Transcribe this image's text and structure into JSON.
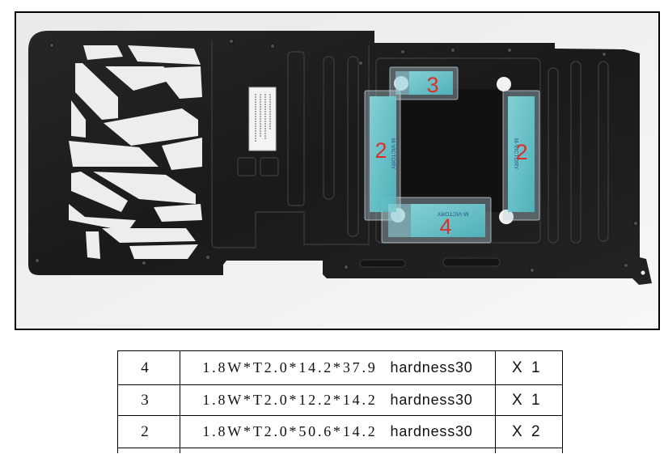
{
  "photo": {
    "labels": [
      "3",
      "2",
      "2",
      "4"
    ],
    "pad_print": "M-VICTORY"
  },
  "table": {
    "rows": [
      {
        "pad": "4",
        "spec": "1.8W*T2.0*14.2*37.9",
        "hardness": "hardness30",
        "qty": "X 1"
      },
      {
        "pad": "3",
        "spec": "1.8W*T2.0*12.2*14.2",
        "hardness": "hardness30",
        "qty": "X 1"
      },
      {
        "pad": "2",
        "spec": "1.8W*T2.0*50.6*14.2",
        "hardness": "hardness30",
        "qty": "X 2"
      }
    ]
  },
  "colors": {
    "label_red": "#dc2f2c",
    "pad_teal": "#5ec3ca",
    "backplate": "#1d1d1d",
    "background": "#efefef"
  }
}
